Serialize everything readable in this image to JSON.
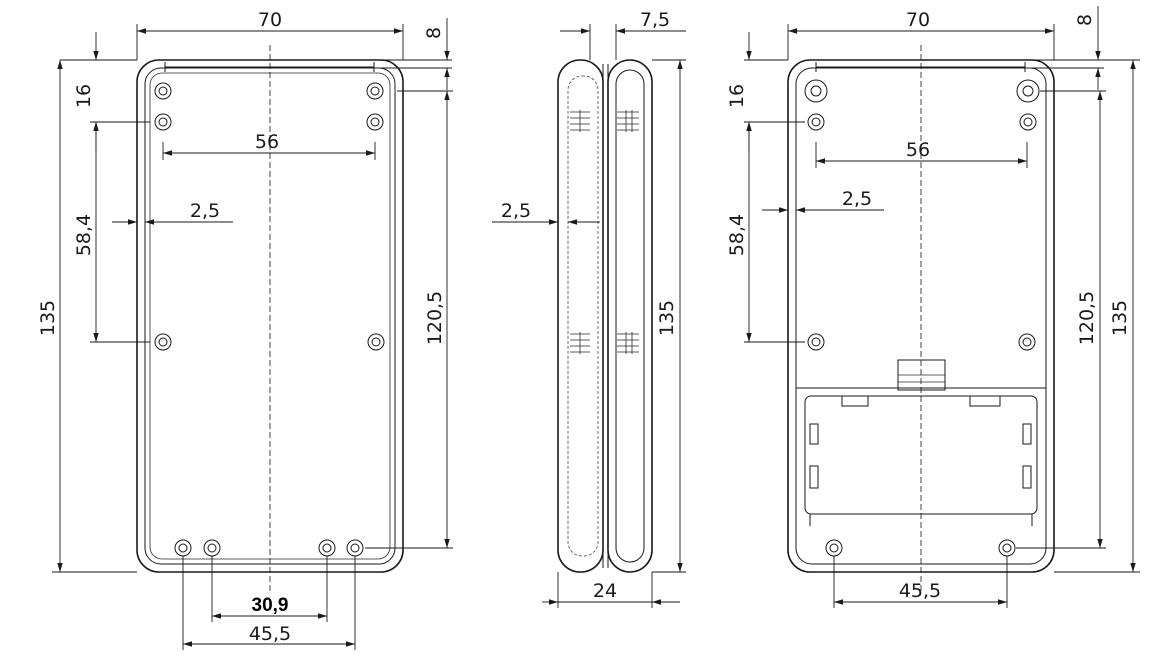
{
  "views": {
    "front": {
      "width": "70",
      "top_offset": "8",
      "screw_offset": "16",
      "hole_spacing_h": "56",
      "wall": "2,5",
      "hole_spacing_v": "58,4",
      "height": "135",
      "inner_height": "120,5",
      "bottom_inner": "30,9",
      "bottom_outer": "45,5"
    },
    "side": {
      "lip": "7,5",
      "wall": "2,5",
      "height": "135",
      "depth": "24"
    },
    "back": {
      "width": "70",
      "top_offset": "8",
      "screw_offset": "16",
      "hole_spacing_h": "56",
      "wall": "2,5",
      "hole_spacing_v": "58,4",
      "inner_height": "120,5",
      "height": "135",
      "bottom": "45,5"
    }
  }
}
